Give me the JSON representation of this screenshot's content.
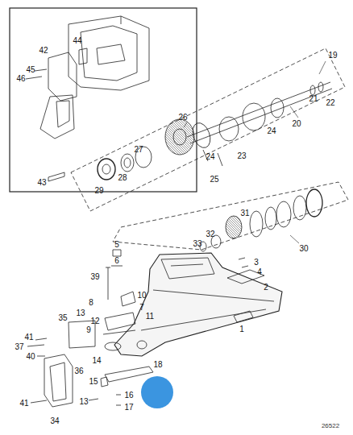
{
  "diagram": {
    "labels": [
      "42",
      "44",
      "45",
      "46",
      "43",
      "19",
      "20",
      "21",
      "22",
      "23",
      "24",
      "24",
      "25",
      "26",
      "27",
      "28",
      "29",
      "30",
      "31",
      "32",
      "33",
      "3",
      "4",
      "2",
      "5",
      "6",
      "39",
      "10",
      "7",
      "8",
      "11",
      "13",
      "12",
      "9",
      "14",
      "35",
      "1",
      "41",
      "37",
      "40",
      "36",
      "34",
      "41",
      "18",
      "15",
      "13",
      "16",
      "17",
      "26522"
    ]
  }
}
